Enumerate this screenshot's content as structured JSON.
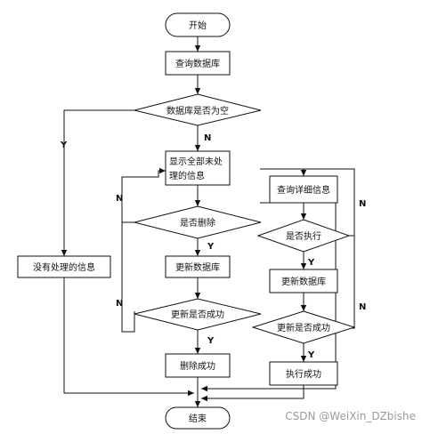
{
  "nodes": {
    "start": "开始",
    "query_db": "查询数据库",
    "db_empty": "数据库是否为空",
    "no_unprocessed": "没有处理的信息",
    "show_unprocessed_line1": "显示全部未处",
    "show_unprocessed_line2": "理的信息",
    "delete_q": "是否删除",
    "update_db_left": "更新数据库",
    "update_success_left": "更新是否成功",
    "delete_success": "删除成功",
    "query_detail": "查询详细信息",
    "execute_q": "是否执行",
    "update_db_right": "更新数据库",
    "update_success_right": "更新是否成功",
    "execute_success": "执行成功",
    "end": "结束"
  },
  "edge_labels": {
    "db_empty_yes": "Y",
    "db_empty_no": "N",
    "delete_no": "N",
    "delete_yes": "Y",
    "update_left_no": "N",
    "update_left_yes": "Y",
    "query_detail_no": "N",
    "execute_yes": "Y",
    "execute_no": "N",
    "update_right_yes": "Y"
  },
  "watermark": "CSDN @WeiXin_DZbishe"
}
